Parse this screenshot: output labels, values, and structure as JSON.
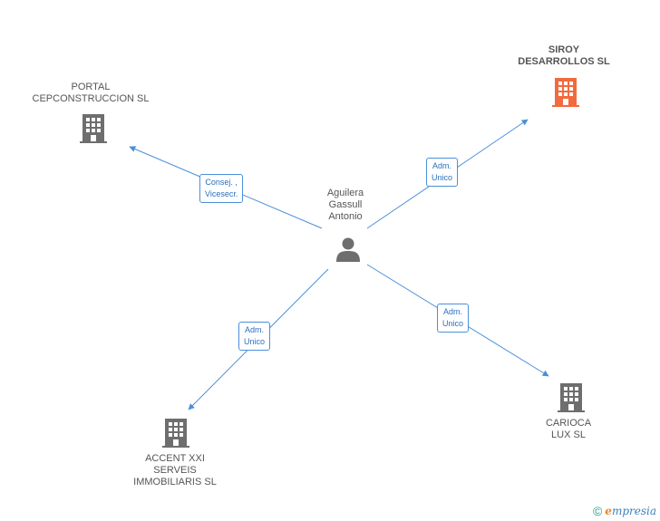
{
  "center": {
    "lines": [
      "Aguilera",
      "Gassull",
      "Antonio"
    ]
  },
  "companies": [
    {
      "id": "portal",
      "lines": [
        "PORTAL",
        "CEPCONSTRUCCION SL"
      ],
      "highlight": false
    },
    {
      "id": "siroy",
      "lines": [
        "SIROY",
        "DESARROLLOS SL"
      ],
      "highlight": true
    },
    {
      "id": "accent",
      "lines": [
        "ACCENT XXI",
        "SERVEIS",
        "IMMOBILIARIS SL"
      ],
      "highlight": false
    },
    {
      "id": "carioca",
      "lines": [
        "CARIOCA",
        "LUX SL"
      ],
      "highlight": false
    }
  ],
  "relations": [
    {
      "target": "portal",
      "lines": [
        "Consej. ,",
        "Vicesecr."
      ]
    },
    {
      "target": "siroy",
      "lines": [
        "Adm.",
        "Unico"
      ]
    },
    {
      "target": "accent",
      "lines": [
        "Adm.",
        "Unico"
      ]
    },
    {
      "target": "carioca",
      "lines": [
        "Adm.",
        "Unico"
      ]
    }
  ],
  "colors": {
    "edge": "#4a90d9",
    "building": "#6e6e6e",
    "building_highlight": "#f26a3d",
    "person": "#6e6e6e"
  },
  "footer": {
    "copyright": "©",
    "brand_initial": "e",
    "brand_rest": "mpresia"
  }
}
